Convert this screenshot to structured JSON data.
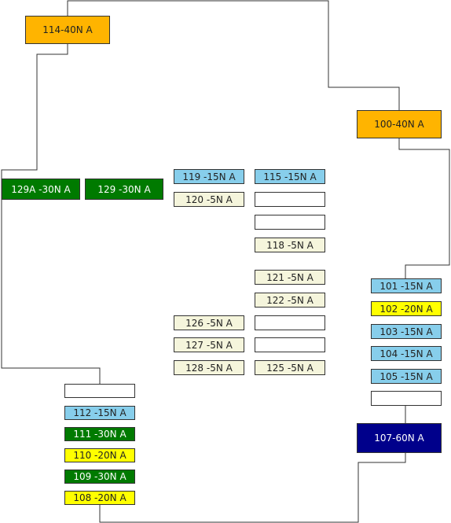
{
  "boxes": {
    "b114": "114-40N A",
    "b100": "100-40N A",
    "b129a": "129A -30N A",
    "b129": "129 -30N A",
    "b119": "119 -15N A",
    "b115": "115 -15N A",
    "b120": "120 -5N A",
    "b118": "118 -5N A",
    "b121": "121 -5N A",
    "b122": "122 -5N A",
    "b126": "126 -5N A",
    "b127": "127 -5N A",
    "b128": "128 -5N A",
    "b125": "125 -5N A",
    "b101": "101 -15N A",
    "b102": "102 -20N A",
    "b103": "103 -15N A",
    "b104": "104 -15N A",
    "b105": "105 -15N A",
    "b107": "107-60N A",
    "b112": "112 -15N A",
    "b111": "111 -30N A",
    "b110": "110 -20N A",
    "b109": "109 -30N A",
    "b108": "108 -20N A"
  },
  "colors": {
    "orange": "#ffb400",
    "green": "#007a00",
    "blue": "#87ceeb",
    "cream": "#f5f5dc",
    "yellow": "#ffff00",
    "navy": "#00008b"
  }
}
